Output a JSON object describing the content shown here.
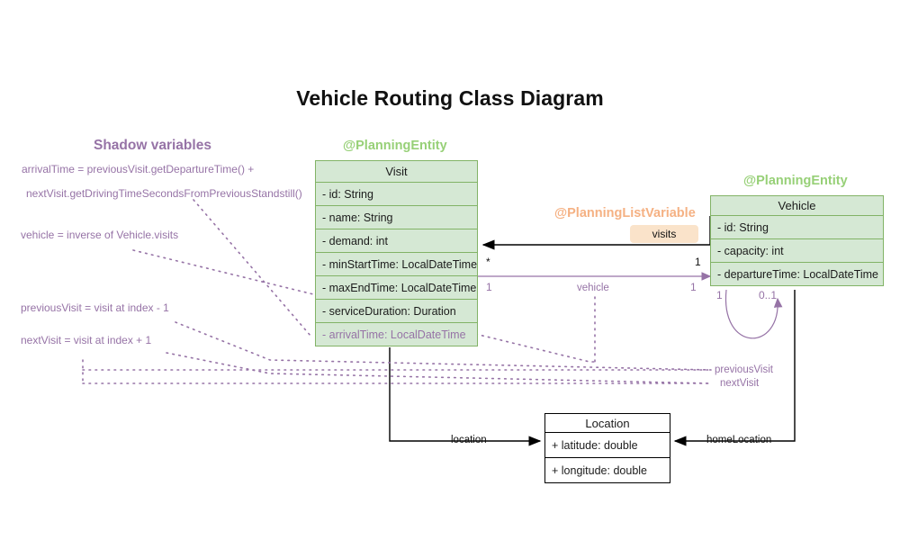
{
  "diagram": {
    "title": "Vehicle Routing Class Diagram",
    "colors": {
      "entity_fill": "#d5e8d4",
      "entity_stroke": "#82b366",
      "stereotype_green": "#97d077",
      "stereotype_orange": "#f5b183",
      "shadow_purple": "#9673a6",
      "badge_fill": "#fae3ca",
      "plain_stroke": "#000000"
    }
  },
  "classes": {
    "visit": {
      "stereotype": "@PlanningEntity",
      "name": "Visit",
      "attributes": [
        "- id: String",
        "- name: String",
        "- demand: int",
        "- minStartTime: LocalDateTime",
        "- maxEndTime: LocalDateTime",
        "- serviceDuration: Duration",
        "- arrivalTime: LocalDateTime"
      ]
    },
    "vehicle": {
      "stereotype": "@PlanningEntity",
      "name": "Vehicle",
      "attributes": [
        "- id: String",
        "- capacity: int",
        "- departureTime: LocalDateTime"
      ]
    },
    "location": {
      "name": "Location",
      "attributes": [
        "+ latitude: double",
        "+ longitude: double"
      ]
    }
  },
  "relations": {
    "visits": {
      "stereotype": "@PlanningListVariable",
      "badge": "visits",
      "source_multiplicity": "*",
      "target_multiplicity": "1"
    },
    "vehicle_ref": {
      "label": "vehicle",
      "source_multiplicity": "1",
      "target_multiplicity": "1"
    },
    "vehicle_self": {
      "labels": [
        "previousVisit",
        "nextVisit"
      ],
      "source_multiplicity": "1",
      "target_multiplicity": "0..1"
    },
    "location_ref": {
      "label": "location"
    },
    "home_location_ref": {
      "label": "homeLocation"
    }
  },
  "shadow_variables": {
    "title": "Shadow variables",
    "lines": [
      "arrivalTime = previousVisit.getDepartureTime() +",
      "nextVisit.getDrivingTimeSecondsFromPreviousStandstill()",
      "vehicle = inverse of Vehicle.visits",
      "previousVisit = visit at index - 1",
      "nextVisit = visit at index + 1"
    ]
  }
}
